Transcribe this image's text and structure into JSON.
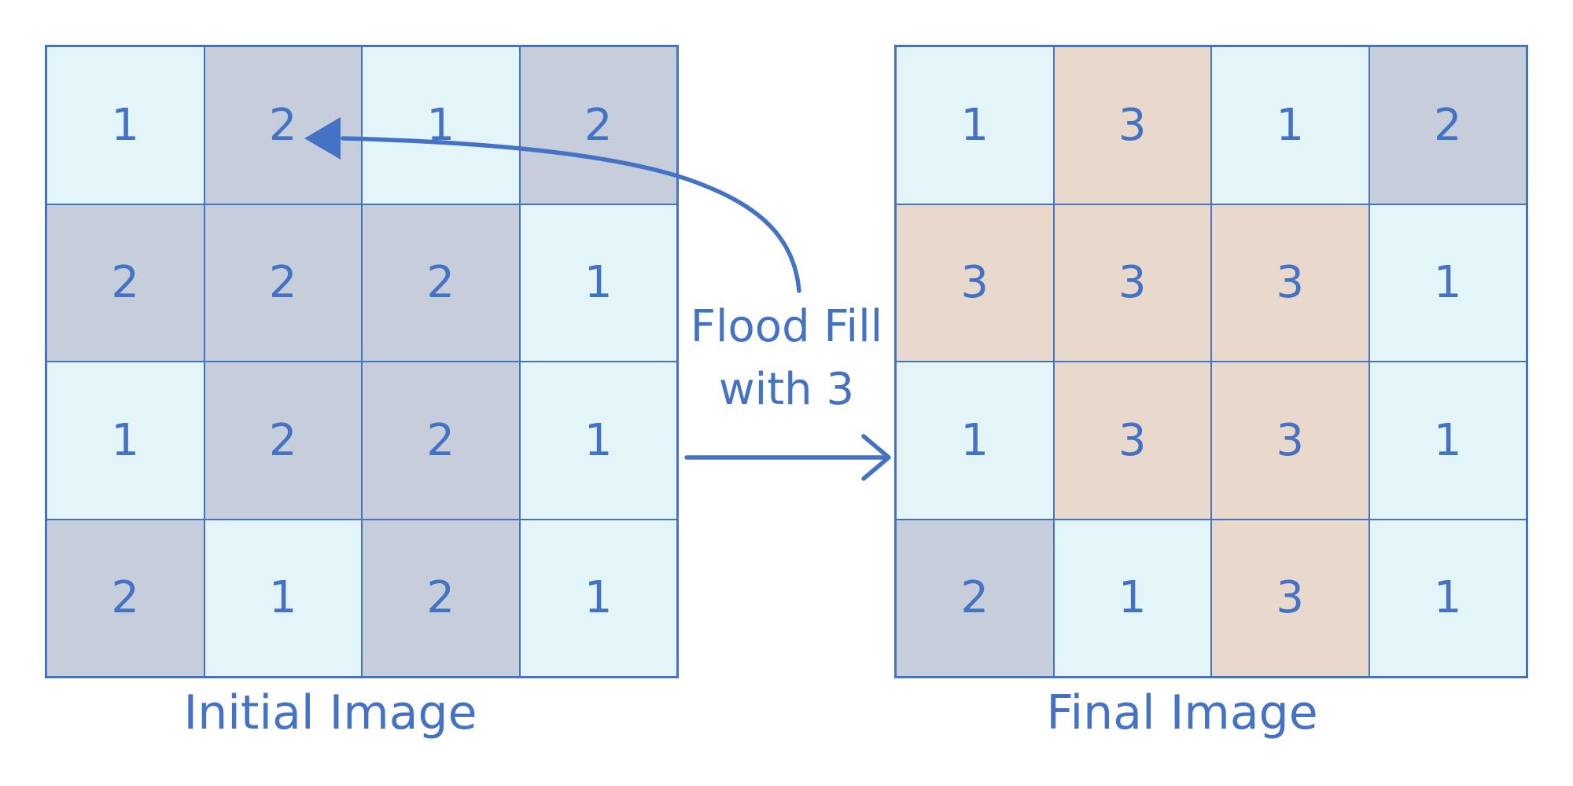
{
  "diagram": {
    "title_present": false,
    "operation": {
      "line1": "Flood Fill",
      "line2": "with 3"
    },
    "initial": {
      "label": "Initial Image",
      "values": [
        [
          1,
          2,
          1,
          2
        ],
        [
          2,
          2,
          2,
          1
        ],
        [
          1,
          2,
          2,
          1
        ],
        [
          2,
          1,
          2,
          1
        ]
      ]
    },
    "final": {
      "label": "Final Image",
      "values": [
        [
          1,
          3,
          1,
          2
        ],
        [
          3,
          3,
          3,
          1
        ],
        [
          1,
          3,
          3,
          1
        ],
        [
          2,
          1,
          3,
          1
        ]
      ]
    },
    "colors": {
      "value_1": "#e3f5f8",
      "value_2": "#c6cedb",
      "value_3": "#e9d8cc",
      "accent": "#4472c4",
      "background": "#ffffff"
    },
    "icons": {
      "seed_arrow": "curved-arrow-icon",
      "transform_arrow": "right-arrow-icon"
    }
  }
}
